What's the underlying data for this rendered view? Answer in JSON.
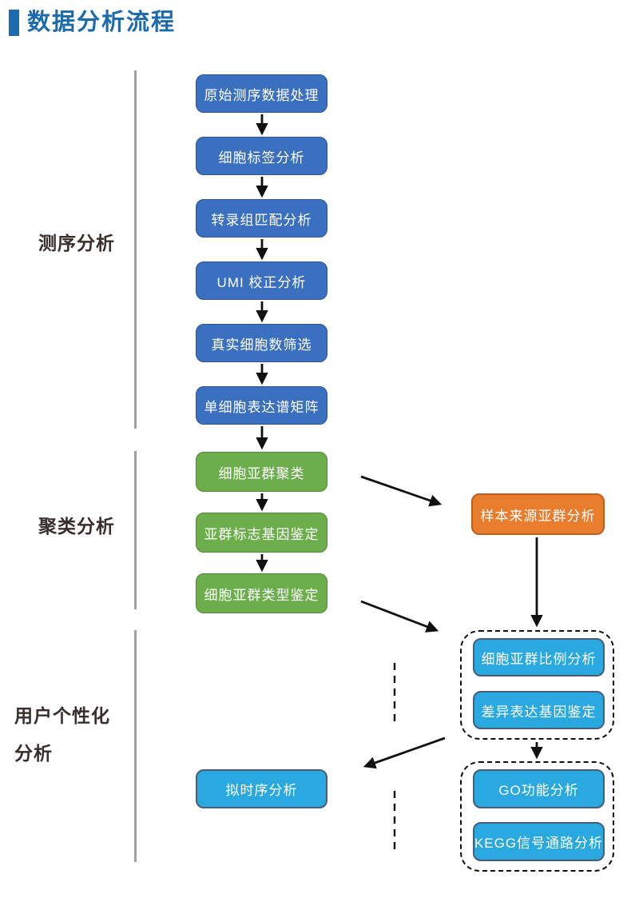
{
  "title": "数据分析流程",
  "sections": {
    "sequencing": {
      "label": "测序分析"
    },
    "clustering": {
      "label": "聚类分析"
    },
    "personalized": {
      "label_line1": "用户个性化",
      "label_line2": "分析"
    }
  },
  "flow": {
    "sequencing_steps": [
      "原始测序数据处理",
      "细胞标签分析",
      "转录组匹配分析",
      "UMI 校正分析",
      "真实细胞数筛选",
      "单细胞表达谱矩阵"
    ],
    "clustering_steps": [
      "细胞亚群聚类",
      "亚群标志基因鉴定",
      "细胞亚群类型鉴定"
    ],
    "sample_source_node": "样本来源亚群分析",
    "group1_steps": [
      "细胞亚群比例分析",
      "差异表达基因鉴定"
    ],
    "pseudotime_node": "拟时序分析",
    "group2_steps": [
      "GO功能分析",
      "KEGG信号通路分析"
    ]
  },
  "colors": {
    "title_blue": "#1c6bad",
    "box_blue": "#3b6fc0",
    "box_green": "#6cad4c",
    "box_orange": "#e87d2e",
    "box_cyan": "#29a9e0"
  }
}
